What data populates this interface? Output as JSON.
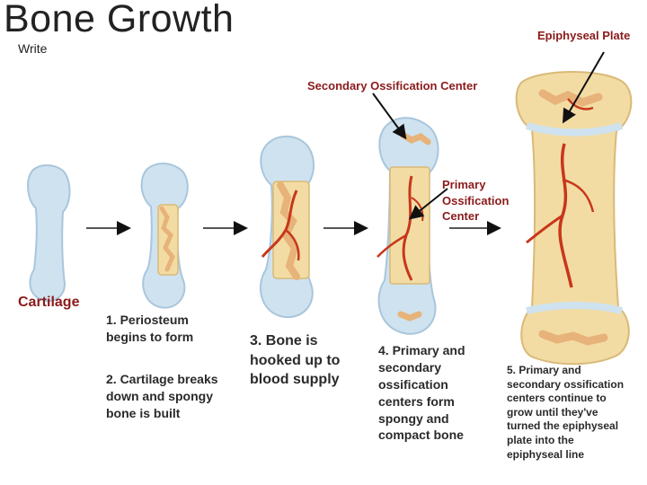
{
  "title": "Bone Growth",
  "subtitle": "Write",
  "labels": {
    "epiphyseal_plate": "Epiphyseal Plate",
    "secondary_center": "Secondary Ossification Center",
    "primary_center_line1": "Primary",
    "primary_center_line2": "Ossification",
    "primary_center_line3": "Center",
    "cartilage": "Cartilage"
  },
  "steps": [
    {
      "lines": [
        "1. Periosteum",
        "begins to form"
      ]
    },
    {
      "lines": [
        "2. Cartilage breaks",
        "down and spongy",
        "bone is built"
      ]
    },
    {
      "lines": [
        "3. Bone is",
        "hooked up to",
        "blood supply"
      ]
    },
    {
      "lines": [
        "4. Primary and",
        "secondary",
        "ossification",
        "centers form",
        "spongy and",
        "compact bone"
      ]
    },
    {
      "lines": [
        "5. Primary and",
        "secondary ossification",
        "centers continue to",
        "grow until they've",
        "turned the epiphyseal",
        "plate into the",
        "epiphyseal line"
      ]
    }
  ],
  "colors": {
    "cartilage": "#cfe2ef",
    "cartilage_edge": "#a9c6dc",
    "bone": "#f2dca4",
    "bone_edge": "#d9b978",
    "spongy": "#e7b37a",
    "vessel": "#c8371b",
    "label_red": "#8b1a1a"
  }
}
